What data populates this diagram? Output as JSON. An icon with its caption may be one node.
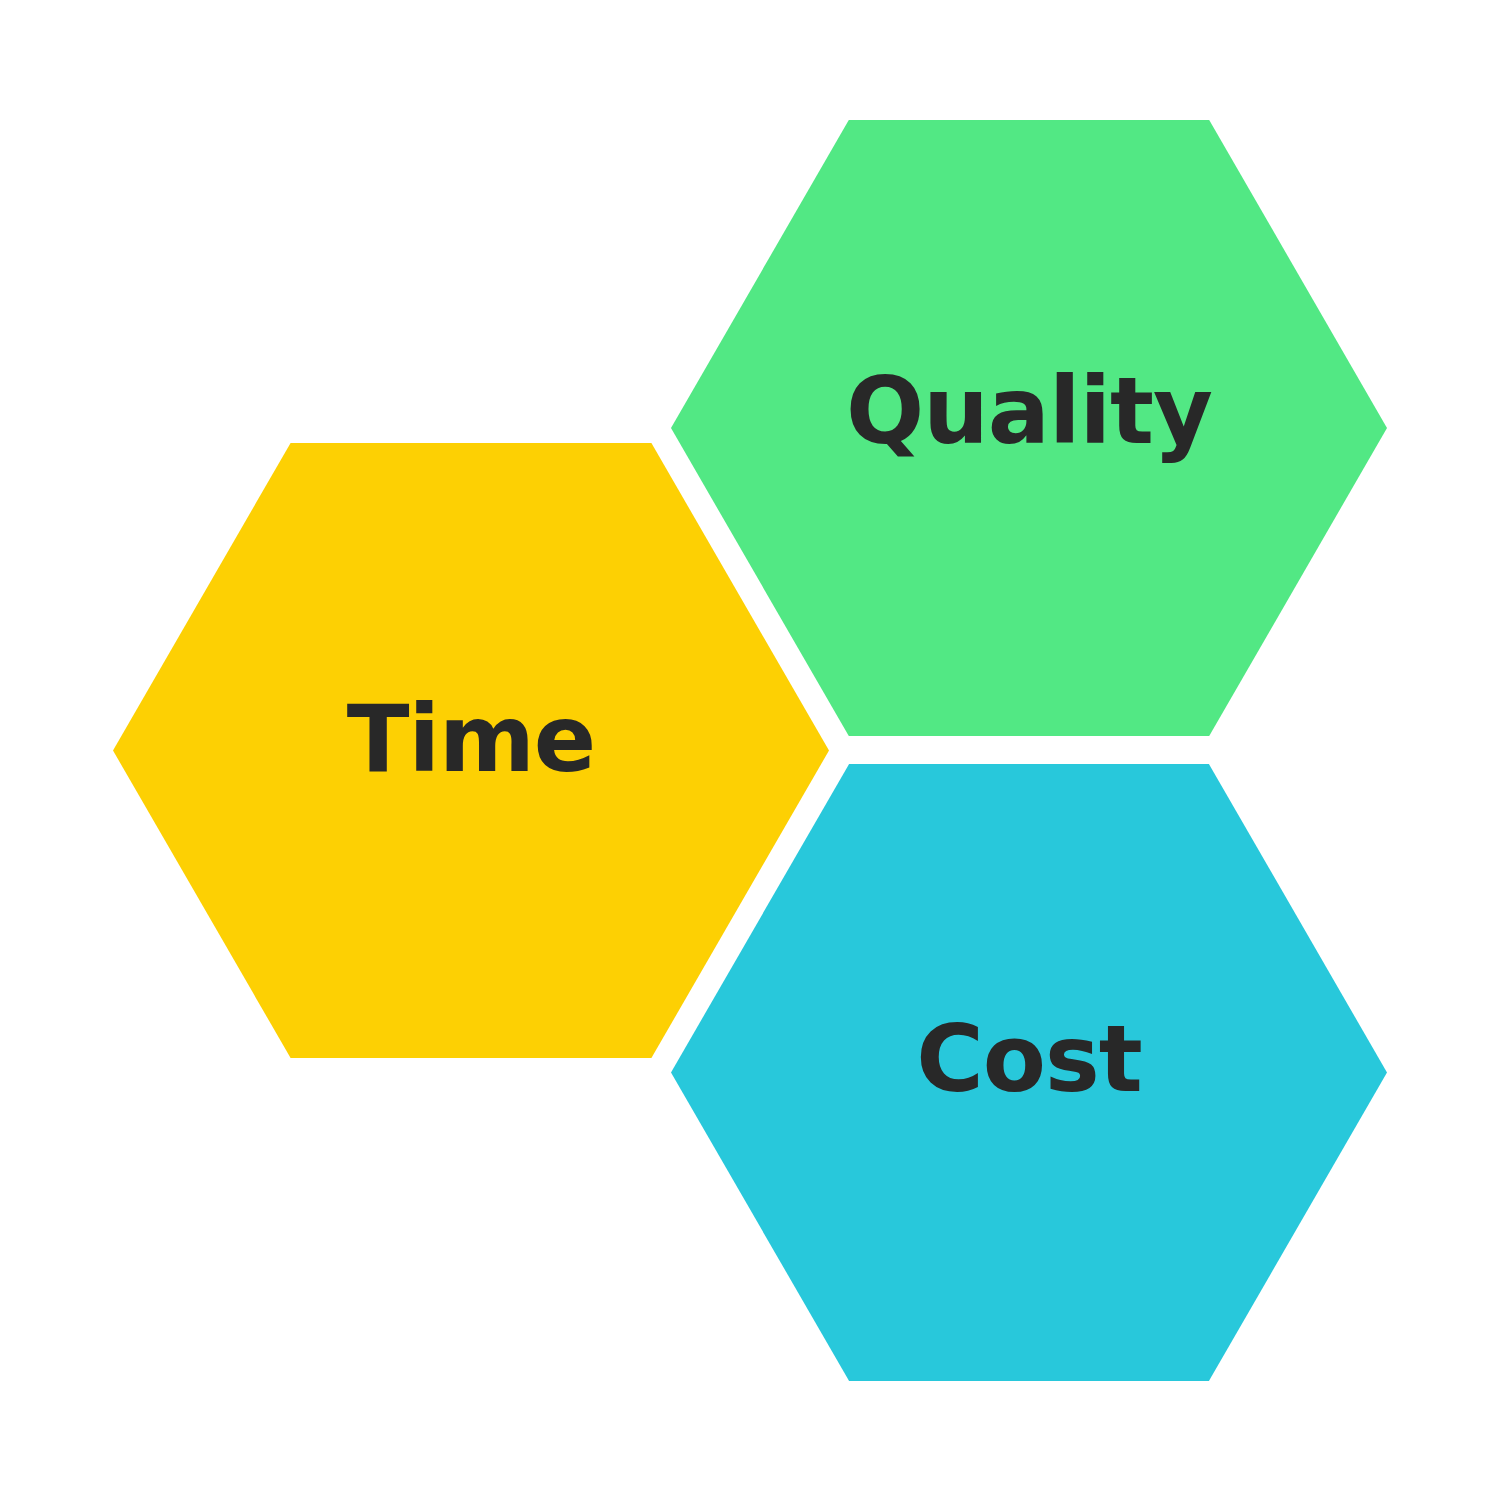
{
  "diagram": {
    "nodes": [
      {
        "text": [
          "Quality"
        ]
      },
      {
        "text": [
          "Time"
        ]
      },
      {
        "text": [
          "Cost"
        ]
      }
    ]
  }
}
